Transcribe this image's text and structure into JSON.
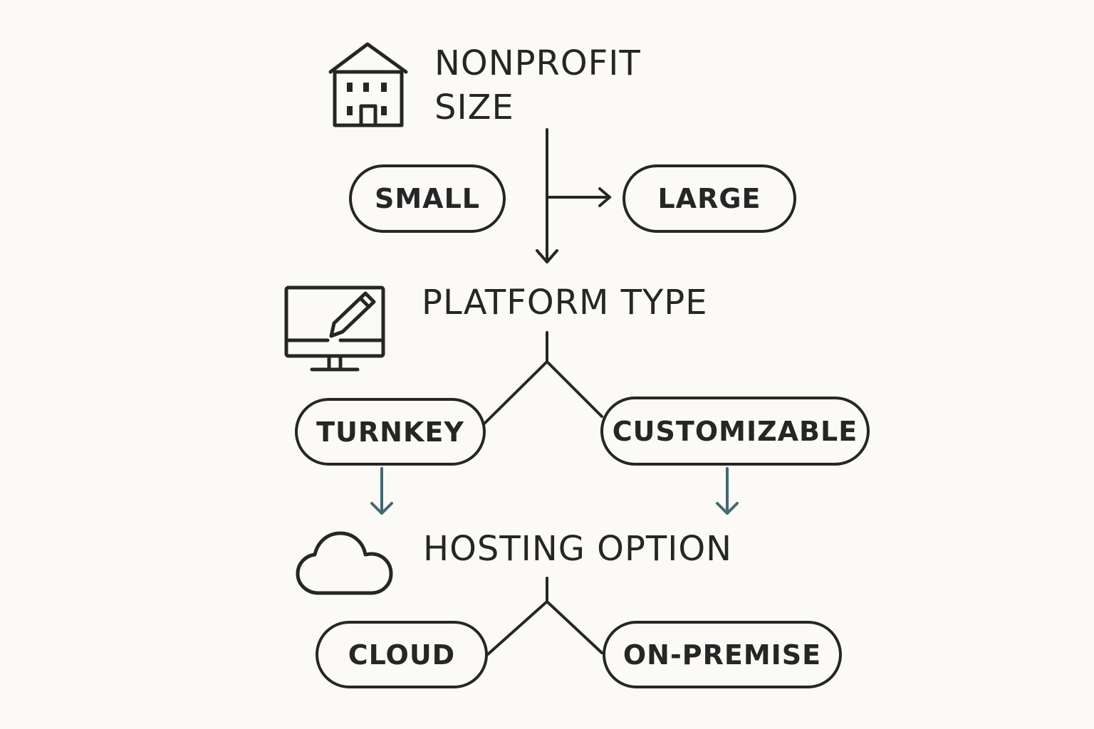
{
  "diagram": {
    "sections": [
      {
        "title_line1": "NONPROFIT",
        "title_line2": "SIZE",
        "icon": "building-icon",
        "options": [
          "SMALL",
          "LARGE"
        ]
      },
      {
        "title": "PLATFORM TYPE",
        "icon": "monitor-pencil-icon",
        "options": [
          "TURNKEY",
          "CUSTOMIZABLE"
        ]
      },
      {
        "title": "HOSTING OPTION",
        "icon": "cloud-icon",
        "options": [
          "CLOUD",
          "ON-PREMISE"
        ]
      }
    ],
    "colors": {
      "line": "#262626",
      "accent_arrow": "#3f6b73",
      "background": "#fbfaf7"
    }
  }
}
